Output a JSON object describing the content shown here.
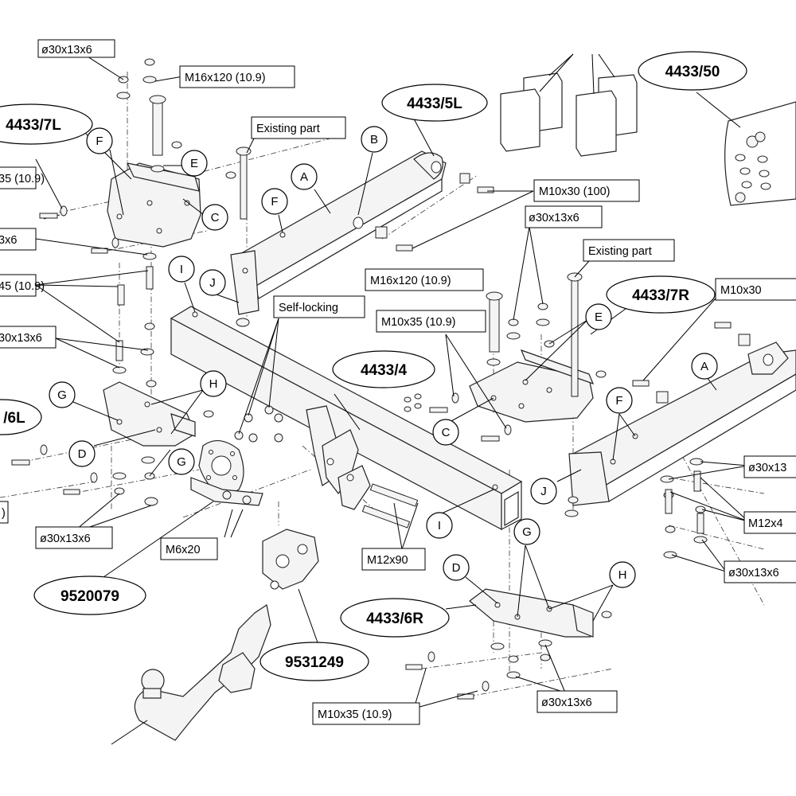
{
  "part_labels": {
    "p4433_50": "4433/50",
    "p4433_5L": "4433/5L",
    "p4433_7L": "4433/7L",
    "p4433_7R": "4433/7R",
    "p4433_4": "4433/4",
    "p4433_6L": "/6L",
    "p4433_6R": "4433/6R",
    "p9520079": "9520079",
    "p9531249": "9531249"
  },
  "letters": {
    "F1": "F",
    "E1": "E",
    "C1": "C",
    "B1": "B",
    "A1": "A",
    "F2": "F",
    "I1": "I",
    "J1": "J",
    "G1": "G",
    "H1": "H",
    "D1": "D",
    "G2": "G",
    "E2": "E",
    "C2": "C",
    "A2": "A",
    "F3": "F",
    "J2": "J",
    "I2": "I",
    "G3": "G",
    "D2": "D",
    "H2": "H"
  },
  "specs": {
    "m16x120_top": "M16x120 (10.9)",
    "existing_part_1": "Existing part",
    "m10x30_100": "M10x30 (100)",
    "washer_top_mid": "ø30x13x6",
    "existing_part_2": "Existing part",
    "m16x120_mid": "M16x120 (10.9)",
    "m10x30_right": "M10x30",
    "self_locking": "Self-locking",
    "m10x35_mid": "M10x35 (10.9)",
    "washer_right_upper": "ø30x13",
    "m12x4_right": "M12x4",
    "washer_right_lower": "ø30x13x6",
    "m12x90": "M12x90",
    "m6x20": "M6x20",
    "washer_left_bottom": "ø30x13x6",
    "m10x35_bottom": "M10x35 (10.9)",
    "washer_bottom_right": "ø30x13x6",
    "cut_top_left": "ø30x13x6",
    "cut_left_1": "35 (10.9)",
    "cut_left_2": "3x6",
    "cut_left_3": "45 (10.9)",
    "cut_left_4": "30x13x6",
    "cut_left_5": ")"
  }
}
